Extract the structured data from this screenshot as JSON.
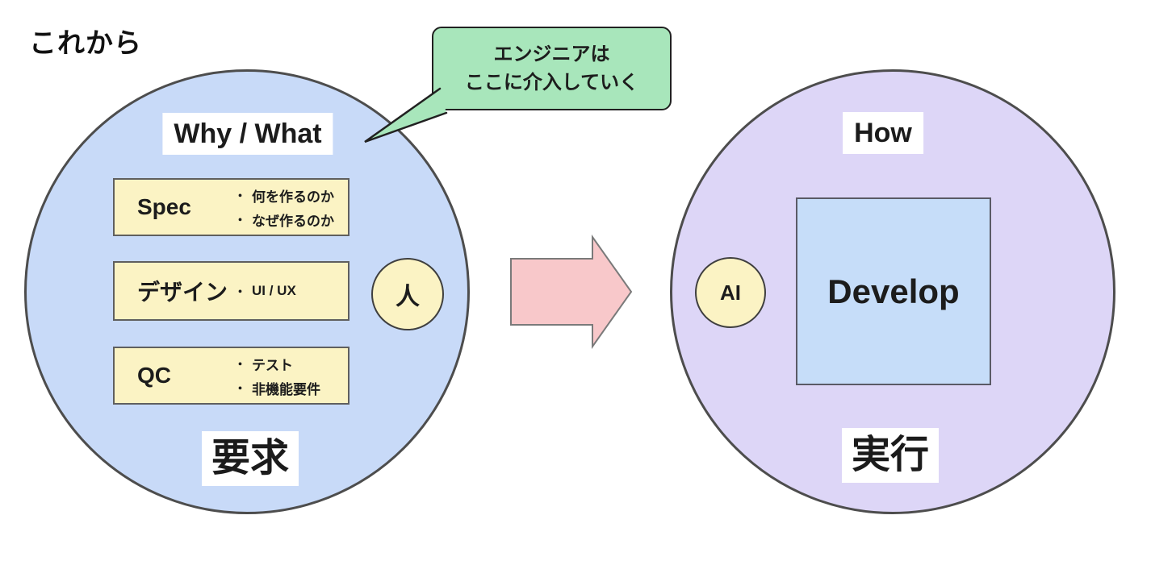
{
  "page_title": "これから",
  "bullet_marker": "・",
  "callout": {
    "line1": "エンジニアは",
    "line2": "ここに介入していく"
  },
  "left_circle": {
    "top_label": "Why / What",
    "bottom_label": "要求",
    "actor": "人",
    "boxes": [
      {
        "title": "Spec",
        "items": [
          "何を作るのか",
          "なぜ作るのか"
        ]
      },
      {
        "title": "デザイン",
        "items": [
          "UI / UX"
        ]
      },
      {
        "title": "QC",
        "items": [
          "テスト",
          "非機能要件"
        ]
      }
    ]
  },
  "right_circle": {
    "top_label": "How",
    "bottom_label": "実行",
    "actor": "AI",
    "box_label": "Develop"
  },
  "colors": {
    "left_circle_fill": "#c8daf8",
    "right_circle_fill": "#ddd6f7",
    "yellow_fill": "#fbf3c4",
    "callout_green": "#a8e6bb",
    "arrow_pink": "#f8c8ca",
    "develop_fill": "#c6ddf9",
    "outline_gray": "#4d4d4d",
    "text_dark": "#1a1a1a"
  }
}
